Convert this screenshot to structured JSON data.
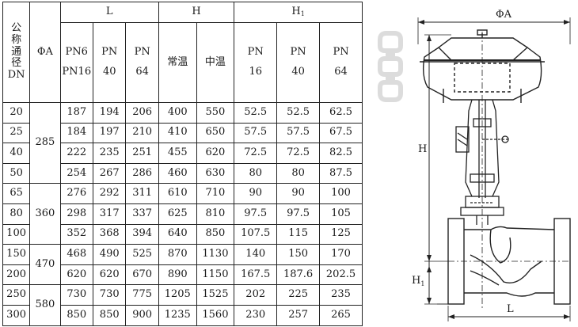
{
  "table": {
    "header": {
      "dn_label": [
        "公",
        "称",
        "通",
        "径",
        "DN"
      ],
      "phi_a": "ΦA",
      "group_l": "L",
      "group_h": "H",
      "group_h1": "H",
      "group_h1_sub": "1",
      "sub": [
        [
          "PN6",
          "PN16"
        ],
        [
          "PN",
          "40"
        ],
        [
          "PN",
          "64"
        ],
        [
          "常温"
        ],
        [
          "中温"
        ],
        [
          "PN",
          "16"
        ],
        [
          "PN",
          "40"
        ],
        [
          "PN",
          "64"
        ]
      ]
    },
    "groups": [
      {
        "phi_a": "285",
        "rows": [
          [
            "20",
            "187",
            "194",
            "206",
            "400",
            "550",
            "52.5",
            "52.5",
            "62.5"
          ],
          [
            "25",
            "184",
            "197",
            "210",
            "410",
            "650",
            "57.5",
            "57.5",
            "67.5"
          ],
          [
            "40",
            "222",
            "235",
            "251",
            "455",
            "620",
            "72.5",
            "72.5",
            "82.5"
          ],
          [
            "50",
            "254",
            "267",
            "286",
            "460",
            "630",
            "80",
            "80",
            "87.5"
          ]
        ]
      },
      {
        "phi_a": "360",
        "rows": [
          [
            "65",
            "276",
            "292",
            "311",
            "610",
            "710",
            "90",
            "90",
            "100"
          ],
          [
            "80",
            "298",
            "317",
            "337",
            "625",
            "810",
            "97.5",
            "97.5",
            "105"
          ],
          [
            "100",
            "352",
            "368",
            "394",
            "640",
            "850",
            "107.5",
            "115",
            "125"
          ]
        ]
      },
      {
        "phi_a": "470",
        "rows": [
          [
            "150",
            "468",
            "490",
            "525",
            "870",
            "1130",
            "140",
            "150",
            "170"
          ],
          [
            "200",
            "620",
            "620",
            "670",
            "890",
            "1150",
            "167.5",
            "187.6",
            "202.5"
          ]
        ]
      },
      {
        "phi_a": "580",
        "rows": [
          [
            "250",
            "730",
            "730",
            "775",
            "1205",
            "1525",
            "202",
            "225",
            "235"
          ],
          [
            "300",
            "850",
            "850",
            "900",
            "1235",
            "1560",
            "230",
            "257",
            "265"
          ]
        ]
      }
    ]
  },
  "drawing": {
    "label_phi_a": "ΦA",
    "label_h": "H",
    "label_h1": "H",
    "label_h1_sub": "1",
    "label_l": "L"
  }
}
